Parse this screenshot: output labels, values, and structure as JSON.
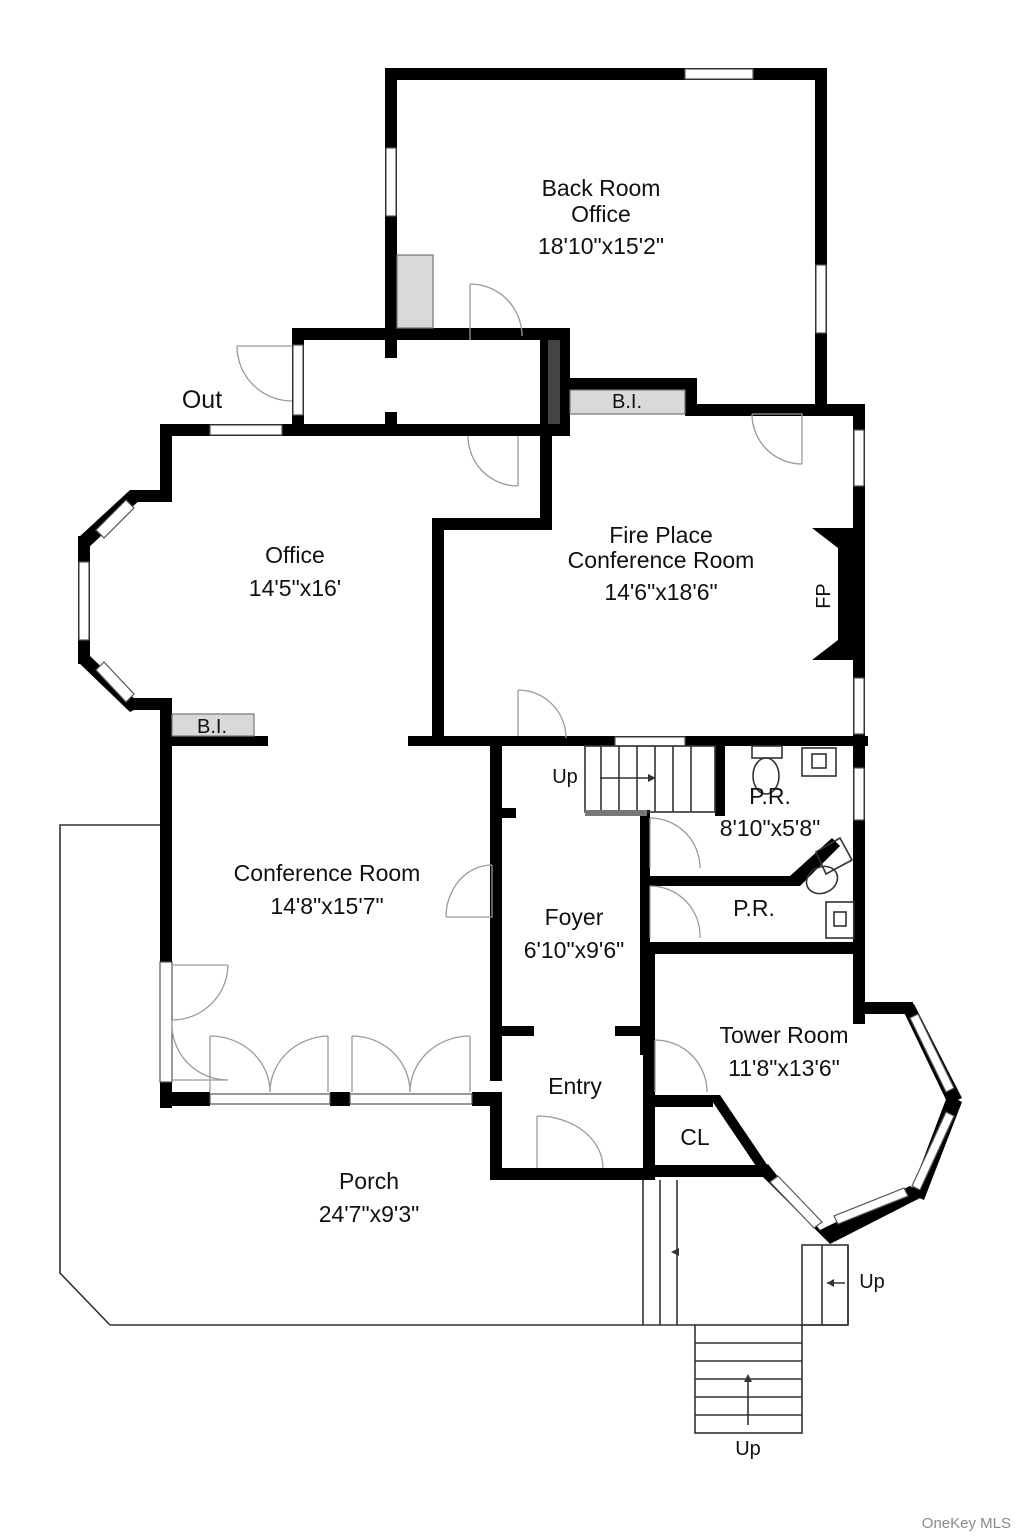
{
  "rooms": {
    "back_room": {
      "name_line1": "Back Room",
      "name_line2": "Office",
      "dim": "18'10\"x15'2\""
    },
    "fireplace": {
      "name_line1": "Fire Place",
      "name_line2": "Conference Room",
      "dim": "14'6\"x18'6\""
    },
    "office": {
      "name": "Office",
      "dim": "14'5\"x16'"
    },
    "conference": {
      "name": "Conference Room",
      "dim": "14'8\"x15'7\""
    },
    "foyer": {
      "name": "Foyer",
      "dim": "6'10\"x9'6\""
    },
    "entry": {
      "name": "Entry"
    },
    "pr_top": {
      "name": "P.R.",
      "dim": "8'10\"x5'8\""
    },
    "pr_bottom": {
      "name": "P.R."
    },
    "tower": {
      "name": "Tower Room",
      "dim": "11'8\"x13'6\""
    },
    "closet": {
      "name": "CL"
    },
    "porch": {
      "name": "Porch",
      "dim": "24'7\"x9'3\""
    }
  },
  "labels": {
    "out": "Out",
    "bi_top": "B.I.",
    "bi_left": "B.I.",
    "fp": "FP",
    "up_stairs": "Up",
    "up_right": "Up",
    "up_bottom": "Up"
  },
  "watermark": "OneKey MLS"
}
